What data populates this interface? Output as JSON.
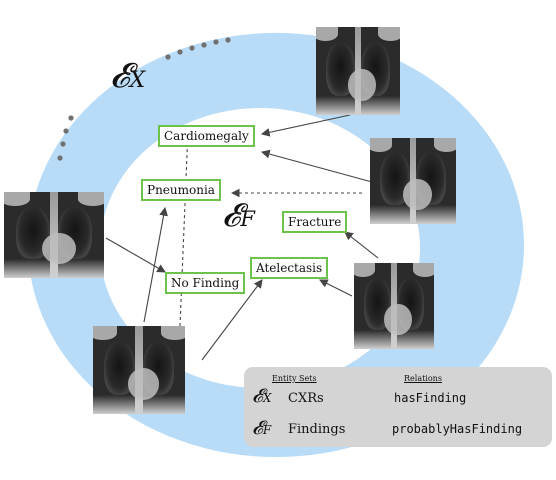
{
  "diagram": {
    "sets": {
      "x_symbol": "𝓔",
      "x_sub": "X",
      "f_symbol": "𝓔",
      "f_sub": "F"
    },
    "findings": [
      "Cardiomegaly",
      "Pneumonia",
      "Fracture",
      "No Finding",
      "Atelectasis"
    ],
    "legend": {
      "entity_sets_header": "Entity Sets",
      "relations_header": "Relations",
      "rows": [
        {
          "sym": "𝓔",
          "sub": "X",
          "name": "CXRs",
          "relation": "hasFinding"
        },
        {
          "sym": "𝓔",
          "sub": "F",
          "name": "Findings",
          "relation": "probablyHasFinding"
        }
      ]
    },
    "colors": {
      "ring": "#b8dcf7",
      "box_border": "#6cc24a",
      "legend_bg": "#d4d4d4",
      "dots": "#707070"
    }
  }
}
